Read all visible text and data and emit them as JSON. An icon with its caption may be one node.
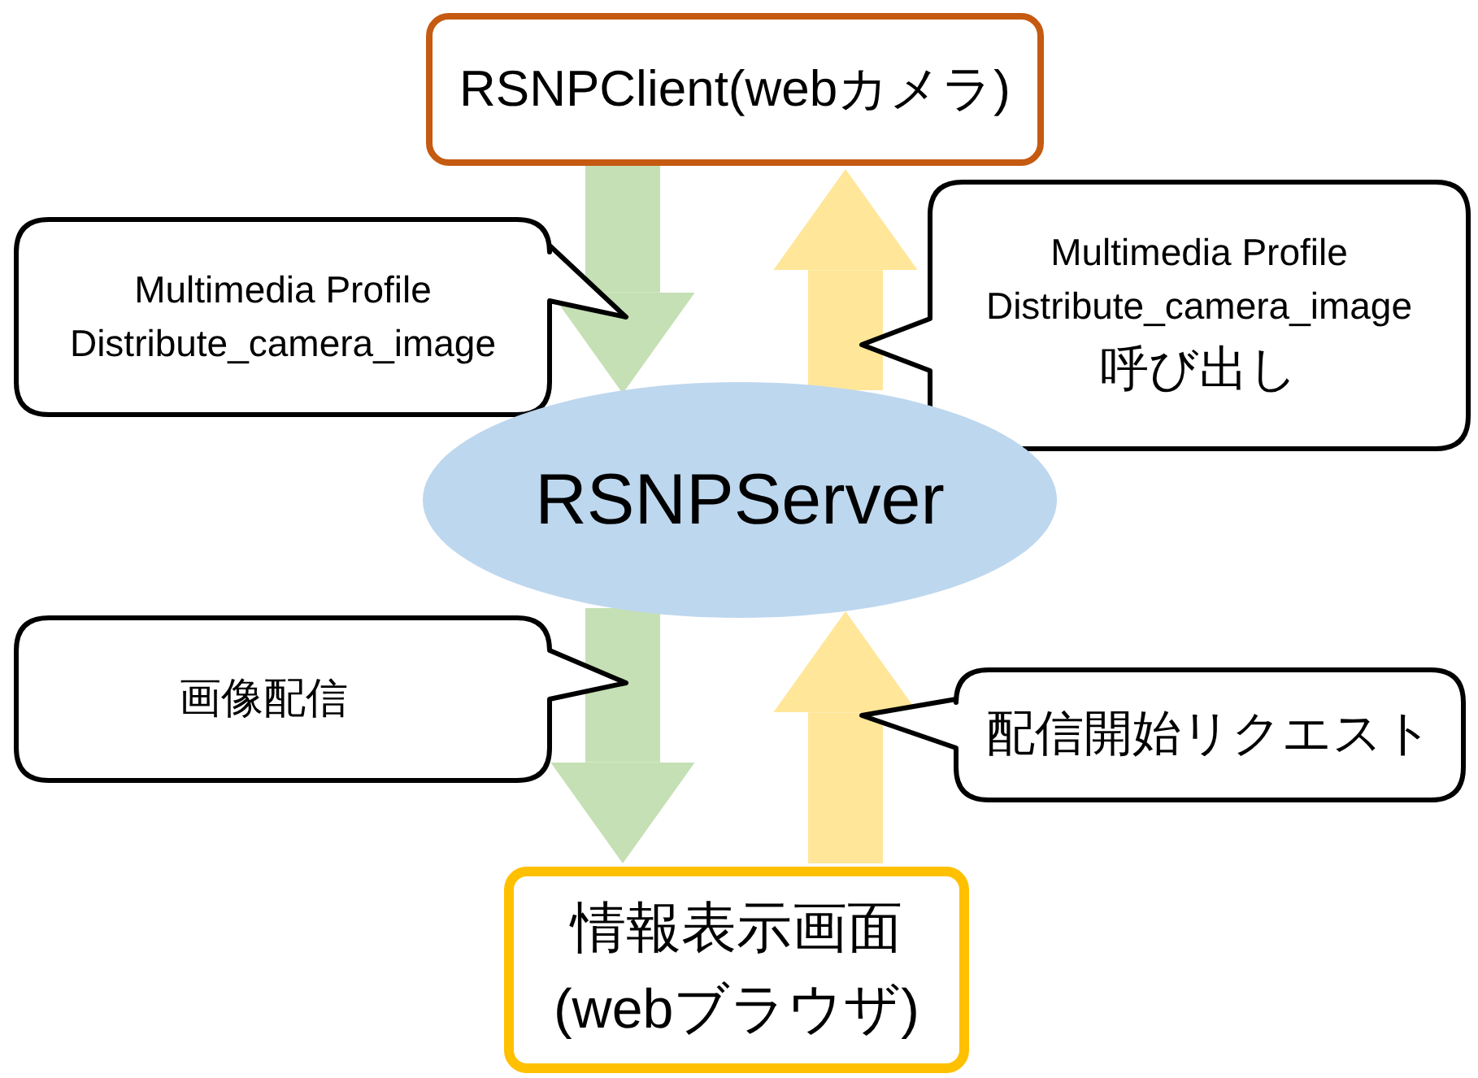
{
  "diagram": {
    "nodes": [
      {
        "text": [
          "RSNPClient(webカメラ)"
        ]
      },
      {
        "text": [
          "Multimedia Profile Distribute_camera_image"
        ]
      },
      {
        "text": [
          "Multimedia Profile Distribute_camera_image",
          "呼び出し"
        ]
      },
      {
        "text": [
          "RSNPServer"
        ]
      },
      {
        "text": [
          "画像配信"
        ]
      },
      {
        "text": [
          "配信開始リクエスト"
        ]
      },
      {
        "text": [
          "情報表示画面(webブラウザ)"
        ]
      }
    ],
    "edges": [
      {
        "from": 0,
        "to": 3,
        "arrow": "to",
        "color": "#c5e0b4"
      },
      {
        "from": 3,
        "to": 0,
        "arrow": "to",
        "color": "#ffe699"
      },
      {
        "from": 3,
        "to": 6,
        "arrow": "to",
        "color": "#c5e0b4"
      },
      {
        "from": 6,
        "to": 3,
        "arrow": "to",
        "color": "#ffe699"
      }
    ]
  }
}
